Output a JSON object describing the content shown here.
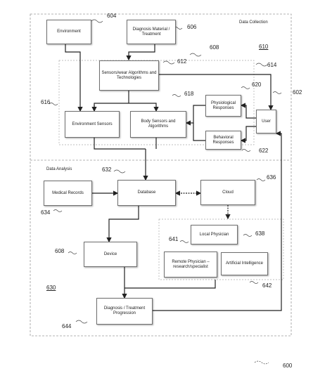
{
  "sections": {
    "data_collection": {
      "title": "Data Collection",
      "ref": "610"
    },
    "data_analysis": {
      "title": "Data Analysis",
      "ref": "630"
    }
  },
  "nodes": {
    "environment": {
      "label": "Environment",
      "ref": "604"
    },
    "diagnosis_material": {
      "label": "Diagnosis Material / Treatment",
      "ref": "606"
    },
    "sensor_algorithms": {
      "label": "Sensors/wear Algorithms and Technologies",
      "ref": "612"
    },
    "environment_sensors": {
      "label": "Environment Sensors",
      "ref": "616"
    },
    "body_sensors": {
      "label": "Body Sensors and Algorithms",
      "ref": "618"
    },
    "physiological": {
      "label": "Physiological Responses",
      "ref": "620"
    },
    "behavioral": {
      "label": "Behavioral Responses",
      "ref": "622"
    },
    "user": {
      "label": "User",
      "ref": "602"
    },
    "medical_records": {
      "label": "Medical Records",
      "ref": "634"
    },
    "database": {
      "label": "Database",
      "ref": "632"
    },
    "cloud": {
      "label": "Cloud",
      "ref": "636"
    },
    "local_physician": {
      "label": "Local Physician",
      "ref": "638"
    },
    "remote_physician": {
      "label": "Remote Physician – research/specialist",
      "ref": "641"
    },
    "ai": {
      "label": "Artificial Intelligence",
      "ref": "642"
    },
    "device": {
      "label": "Device",
      "ref": "608"
    },
    "diagnosis_progression": {
      "label": "Diagnosis / Treatment Progression",
      "ref": "644"
    }
  },
  "refs": {
    "group_608": "608",
    "arrow_614": "614",
    "figure": "600"
  }
}
